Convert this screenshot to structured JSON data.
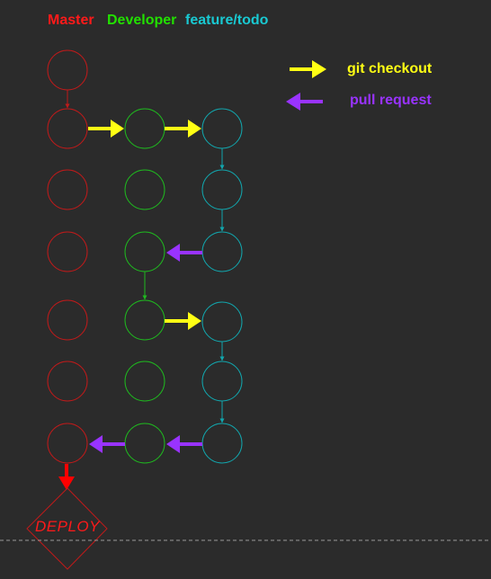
{
  "branches": [
    {
      "label": "Master",
      "color": "#ff1a1a"
    },
    {
      "label": "Developer",
      "color": "#22e000"
    },
    {
      "label": "feature/todo",
      "color": "#19c9d2"
    }
  ],
  "legend": [
    {
      "label": "git checkout",
      "color": "#ffff14"
    },
    {
      "label": "pull request",
      "color": "#9933ff"
    }
  ],
  "deploy_label": "DEPLOY",
  "colors": {
    "background": "#2b2b2b",
    "master_circle": "#c01a1a",
    "developer_circle": "#1fb81f",
    "feature_circle": "#12a6ad",
    "deploy_arrow": "#ff0000",
    "divider": "#9a9a9a"
  }
}
